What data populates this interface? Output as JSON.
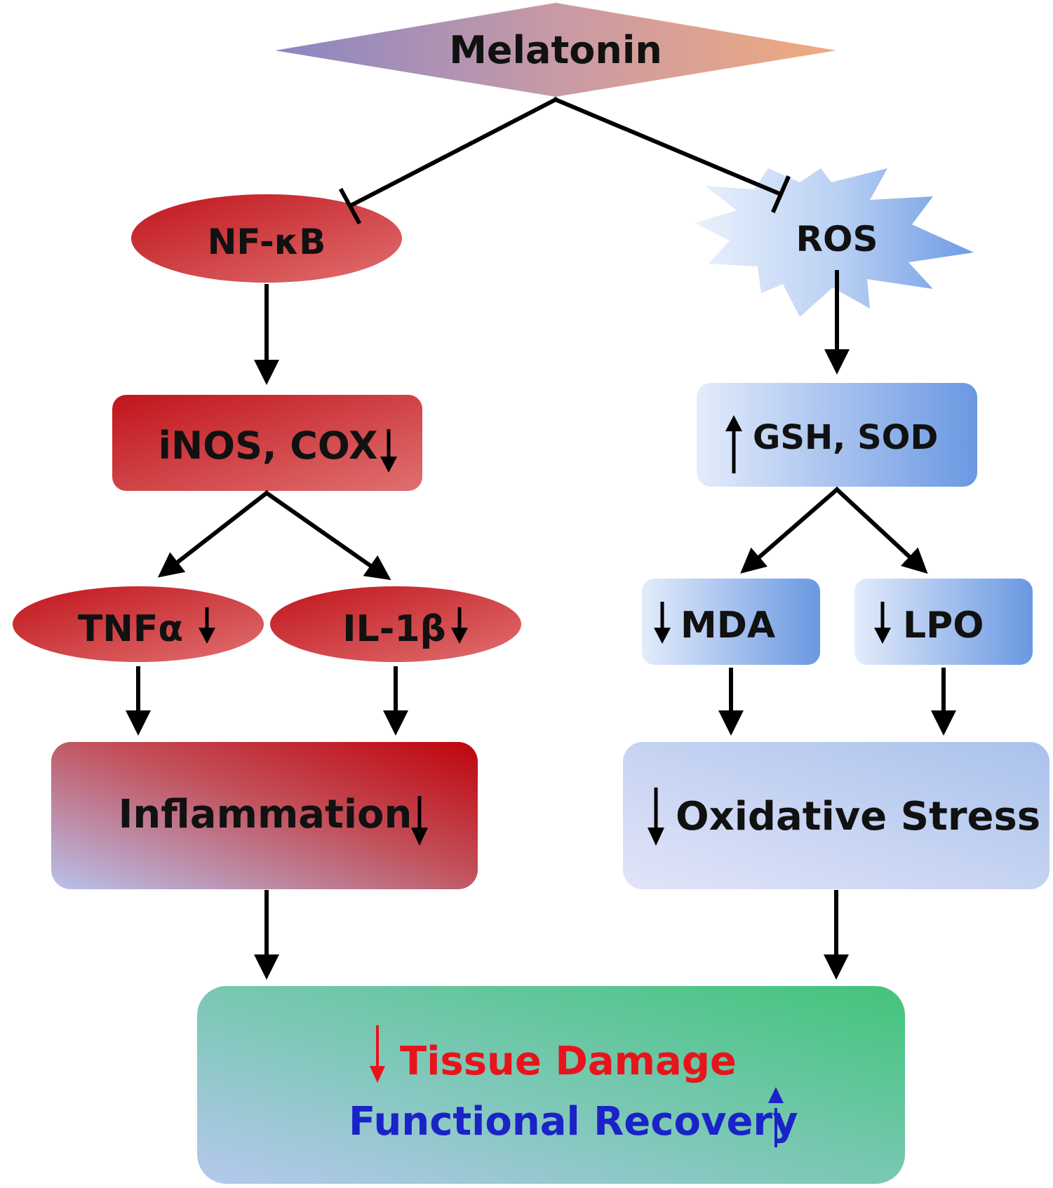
{
  "nodes": {
    "melatonin": {
      "label": "Melatonin"
    },
    "nfkb": {
      "label": "NF-κB"
    },
    "ros": {
      "label": "ROS"
    },
    "inos_cox": {
      "label": "iNOS, COX"
    },
    "gsh_sod": {
      "label": "GSH, SOD"
    },
    "tnfa": {
      "label": "TNFα"
    },
    "il1b": {
      "label": "IL-1β"
    },
    "mda": {
      "label": "MDA"
    },
    "lpo": {
      "label": "LPO"
    },
    "inflammation": {
      "label": "Inflammation"
    },
    "oxidative_stress": {
      "label": "Oxidative Stress"
    },
    "outcome": {
      "line1": "Tissue Damage",
      "line2": "Functional Recovery"
    }
  },
  "colors": {
    "red_node": "#c8262b",
    "blue_node": "#6e9be3",
    "green_box": "#48c47e",
    "tissue_damage_text": "#e8141c",
    "functional_recovery_text": "#1a22c8",
    "connector": "#000000"
  },
  "edges": [
    {
      "from": "Melatonin",
      "to": "NF-κB",
      "type": "inhibition"
    },
    {
      "from": "Melatonin",
      "to": "ROS",
      "type": "inhibition"
    },
    {
      "from": "NF-κB",
      "to": "iNOS, COX",
      "type": "activation"
    },
    {
      "from": "iNOS, COX",
      "to": "TNFα",
      "type": "activation"
    },
    {
      "from": "iNOS, COX",
      "to": "IL-1β",
      "type": "activation"
    },
    {
      "from": "ROS",
      "to": "GSH, SOD",
      "type": "activation"
    },
    {
      "from": "GSH, SOD",
      "to": "MDA",
      "type": "activation"
    },
    {
      "from": "GSH, SOD",
      "to": "LPO",
      "type": "activation"
    },
    {
      "from": "TNFα",
      "to": "Inflammation",
      "type": "activation"
    },
    {
      "from": "IL-1β",
      "to": "Inflammation",
      "type": "activation"
    },
    {
      "from": "MDA",
      "to": "Oxidative Stress",
      "type": "activation"
    },
    {
      "from": "LPO",
      "to": "Oxidative Stress",
      "type": "activation"
    },
    {
      "from": "Inflammation",
      "to": "Tissue Damage / Functional Recovery",
      "type": "activation"
    },
    {
      "from": "Oxidative Stress",
      "to": "Tissue Damage / Functional Recovery",
      "type": "activation"
    }
  ]
}
